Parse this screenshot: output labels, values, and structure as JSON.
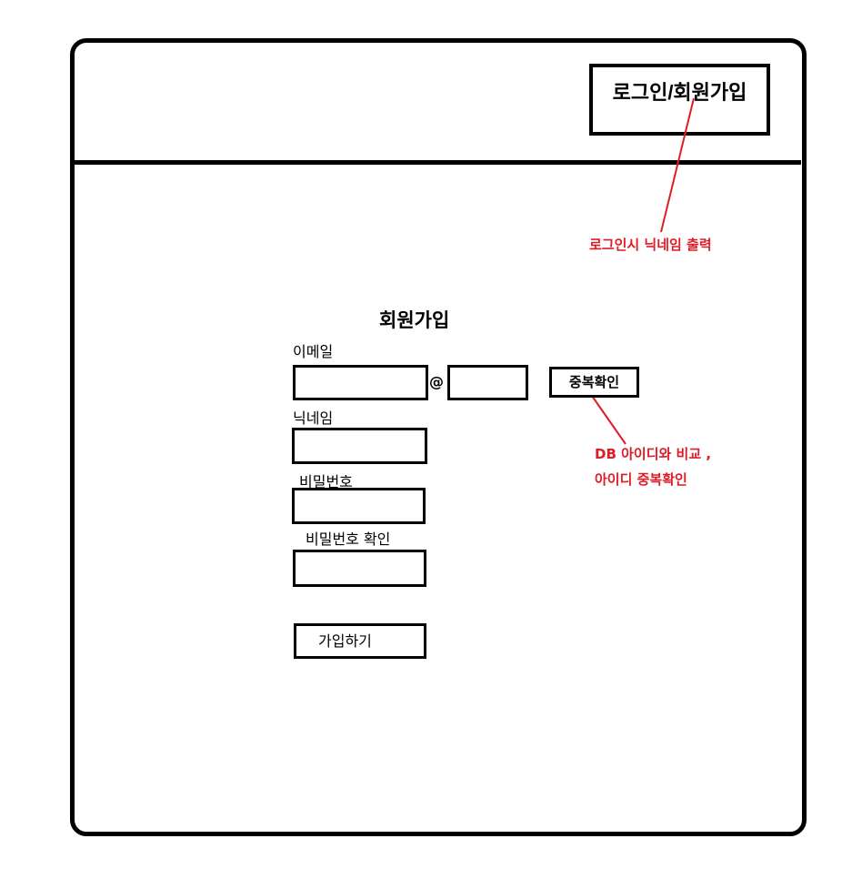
{
  "header": {
    "login_signup_label": "로그인/회원가입"
  },
  "annotations": {
    "login_note": "로그인시 닉네임 출력",
    "dup_note_line1": "DB 아이디와 비교 ,",
    "dup_note_line2": "아이디 중복확인"
  },
  "form": {
    "title": "회원가입",
    "email_label": "이메일",
    "email_at": "@",
    "dup_check_label": "중복확인",
    "nickname_label": "닉네임",
    "password_label": "비밀번호",
    "password_confirm_label": "비밀번호 확인",
    "submit_label": "가입하기"
  },
  "colors": {
    "annotation": "#e01b24",
    "border": "#000000"
  }
}
